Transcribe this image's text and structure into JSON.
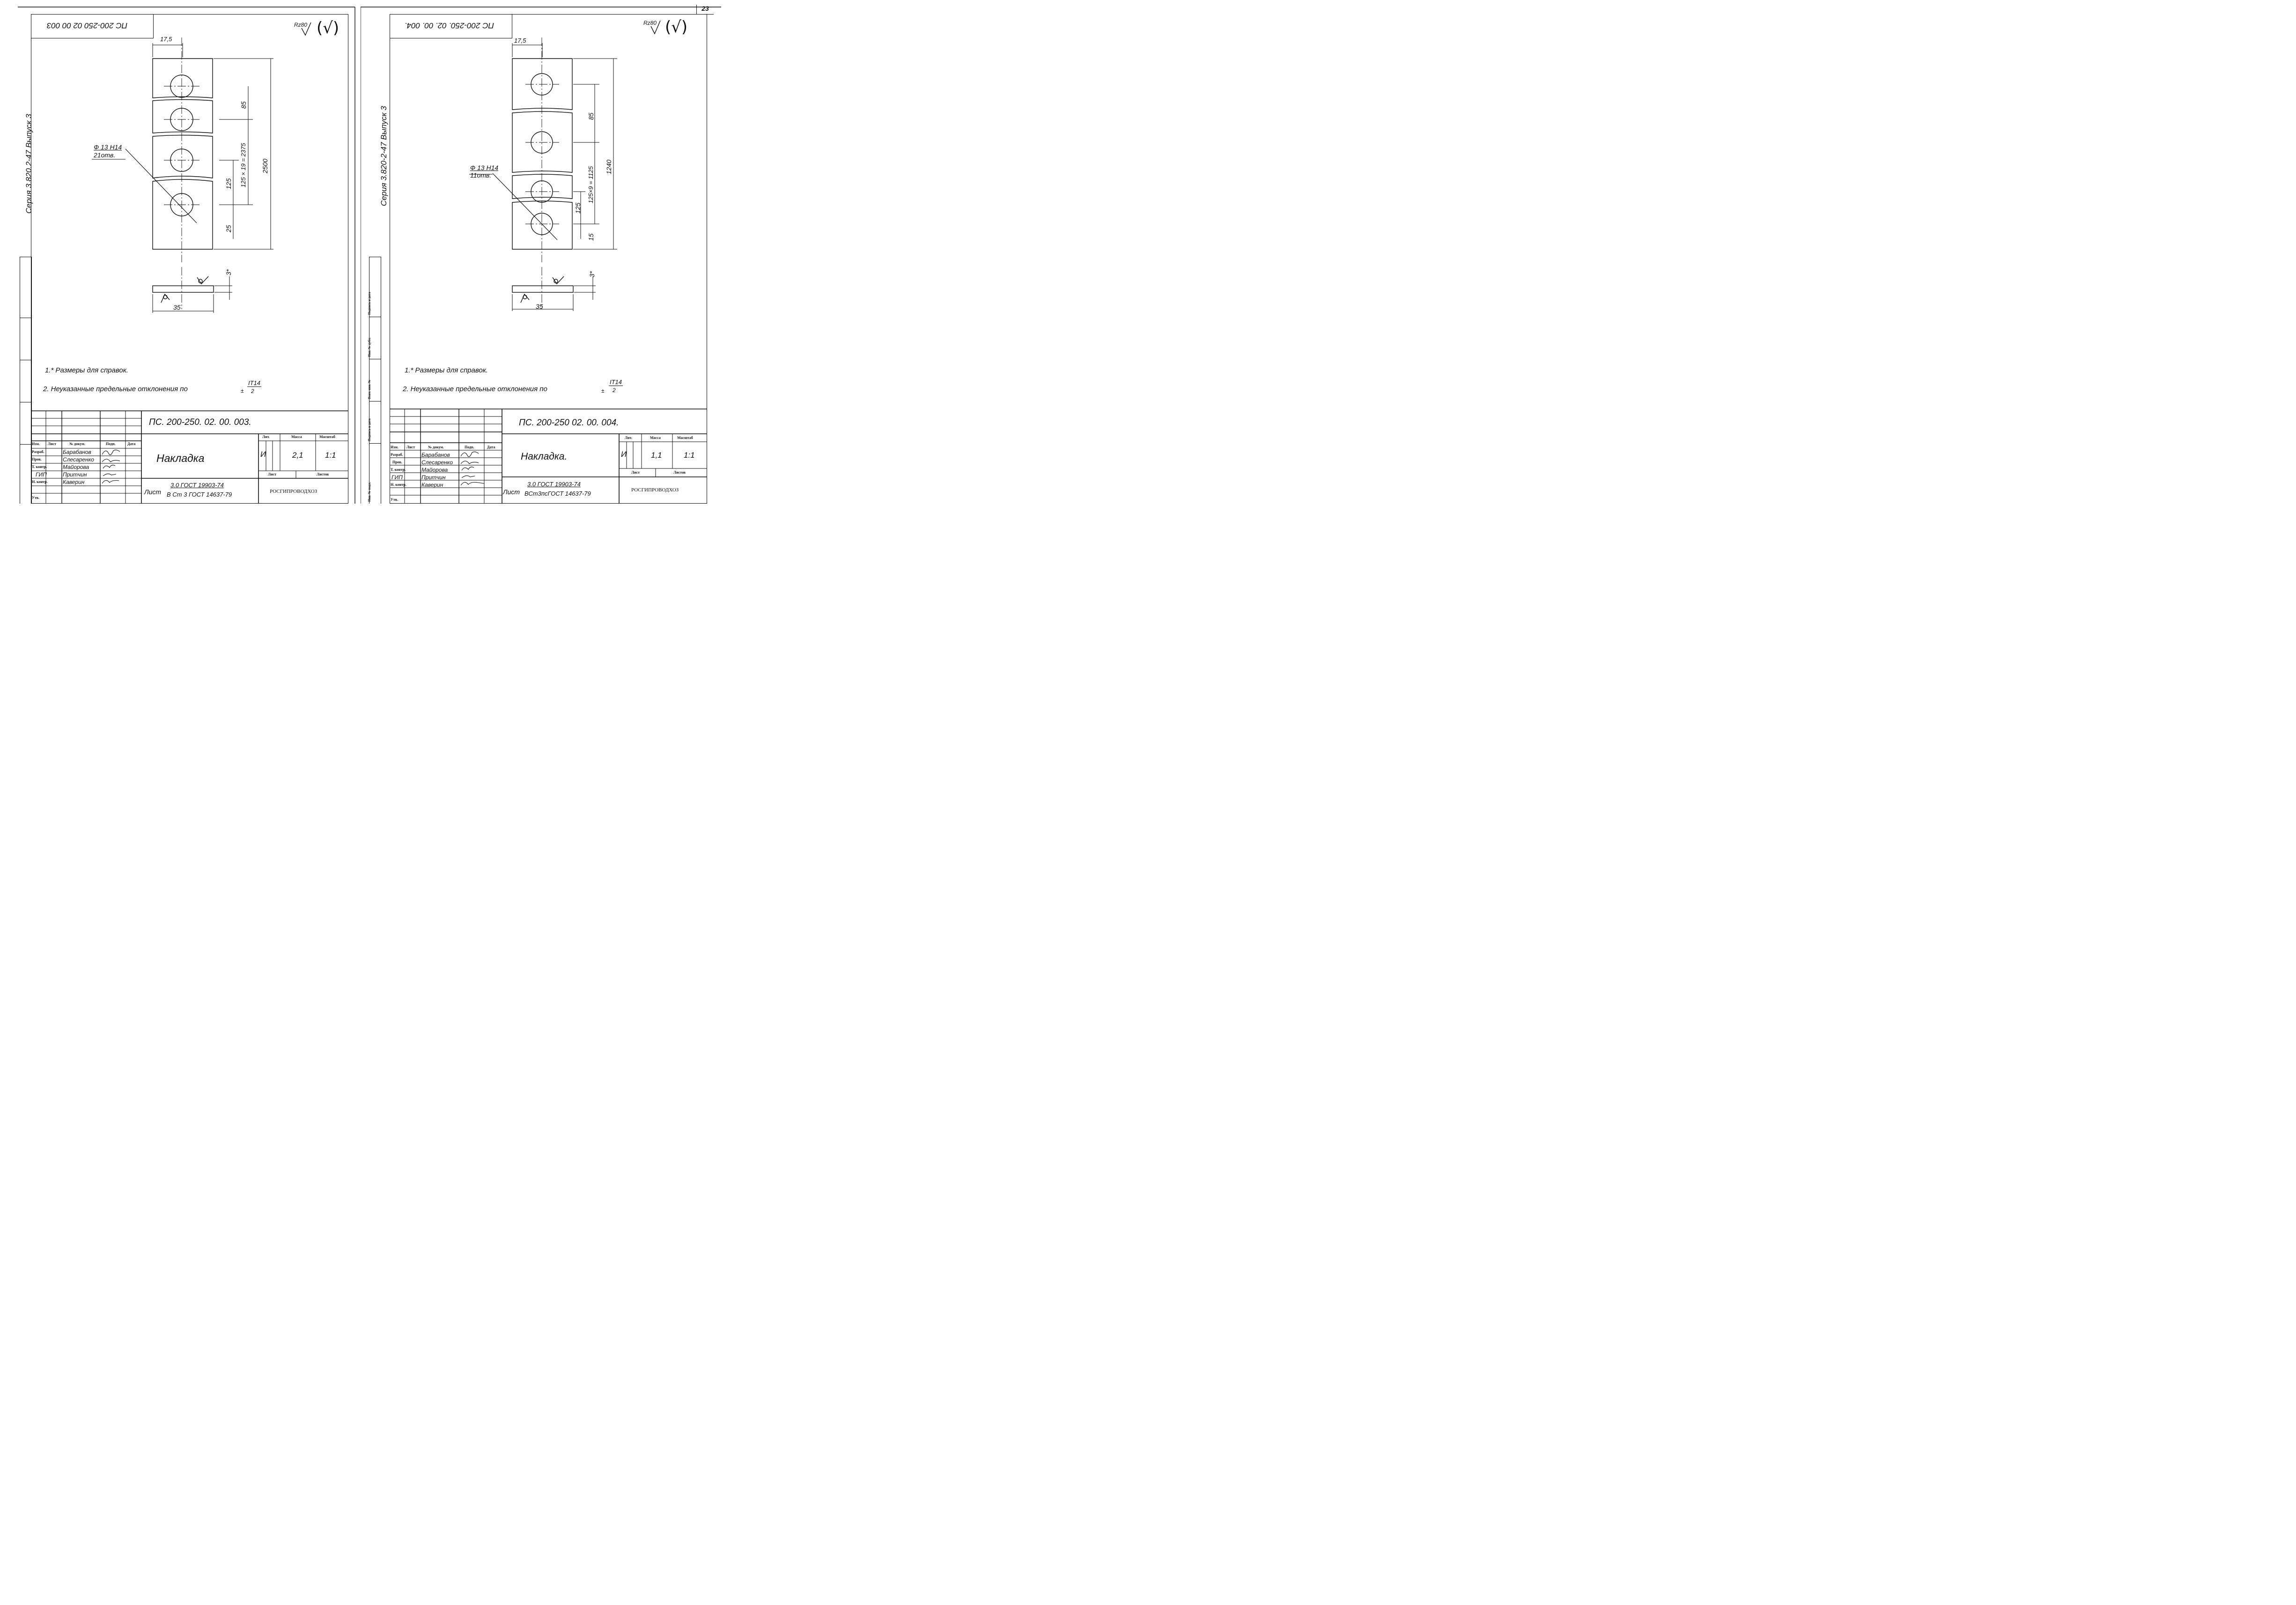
{
  "page_number": "23",
  "left": {
    "series": "Серия 3.820.2-47 Выпуск 3",
    "mirrored_code": "ПС 200-250 02 00 003",
    "surface": {
      "roughness": "Rz80",
      "mark": "(√)"
    },
    "dims": {
      "width": "17,5",
      "pitch": "85",
      "spacing": "125",
      "hole_pattern": "125 × 19 = 2375",
      "length": "2500",
      "edge": "25",
      "thickness": "3*",
      "side": "35"
    },
    "hole_callout": {
      "line1": "Ф 13 Н14",
      "line2": "21отв."
    },
    "notes": {
      "note1": "1.* Размеры для справок.",
      "note2": "2. Неуказанные предельные отклонения по",
      "tol_num": "IT14",
      "tol_den": "2",
      "tol_sign": "±"
    },
    "title_block": {
      "designation": "ПС. 200-250. 02. 00. 003.",
      "name": "Накладка",
      "lit": "И",
      "mass": "2,1",
      "scale": "1:1",
      "material_prefix": "Лист",
      "material_top": "3.0 ГОСТ 19903-74",
      "material_bottom": "В Ст 3 ГОСТ 14637-79",
      "org": "РОСГИПРОВОДХОЗ"
    }
  },
  "right": {
    "series": "Серия 3.820-2-47 Выпуск 3",
    "mirrored_code": "ПС 200-250. 02. 00. 004.",
    "surface": {
      "roughness": "Rz80",
      "mark": "(√)"
    },
    "dims": {
      "width": "17,5",
      "pitch": "85",
      "spacing": "125",
      "hole_pattern": "125×9 = 1125",
      "length": "1240",
      "edge": "15",
      "thickness": "3*",
      "side": "35"
    },
    "hole_callout": {
      "line1": "Ф 13 Н14",
      "line2": "11отв."
    },
    "notes": {
      "note1": "1.* Размеры для справок.",
      "note2": "2. Неуказанные предельные отклонения по",
      "tol_num": "IT14",
      "tol_den": "2",
      "tol_sign": "±"
    },
    "side_stamp": [
      "Инв. № подл.",
      "Подпись и дата",
      "Взам. инв. №",
      "Инв. № дубл.",
      "Подпись и дата"
    ],
    "title_block": {
      "designation": "ПС. 200-250 02. 00. 004.",
      "name": "Накладка.",
      "lit": "И",
      "mass": "1,1",
      "scale": "1:1",
      "material_prefix": "Лист",
      "material_top": "3.0 ГОСТ 19903-74",
      "material_bottom": "ВСт3псГОСТ 14637-79",
      "org": "РОСГИПРОВОДХОЗ"
    }
  },
  "title_block_headers": {
    "izm": "Изм.",
    "list": "Лист",
    "ndoc": "№ докум.",
    "podp": "Подп.",
    "data": "Дата",
    "lit": "Лит.",
    "massa": "Масса",
    "masshtab": "Масштаб",
    "list2": "Лист",
    "listov": "Листов"
  },
  "roles": [
    {
      "role": "Разраб.",
      "name": "Барабанов"
    },
    {
      "role": "Пров.",
      "name": "Слесаренко"
    },
    {
      "role": "Т. контр.",
      "name": "Майорова"
    },
    {
      "role": "ГИП",
      "name": "Притчин"
    },
    {
      "role": "Н. контр.",
      "name": "Каверин"
    },
    {
      "role": "Утв.",
      "name": ""
    }
  ]
}
